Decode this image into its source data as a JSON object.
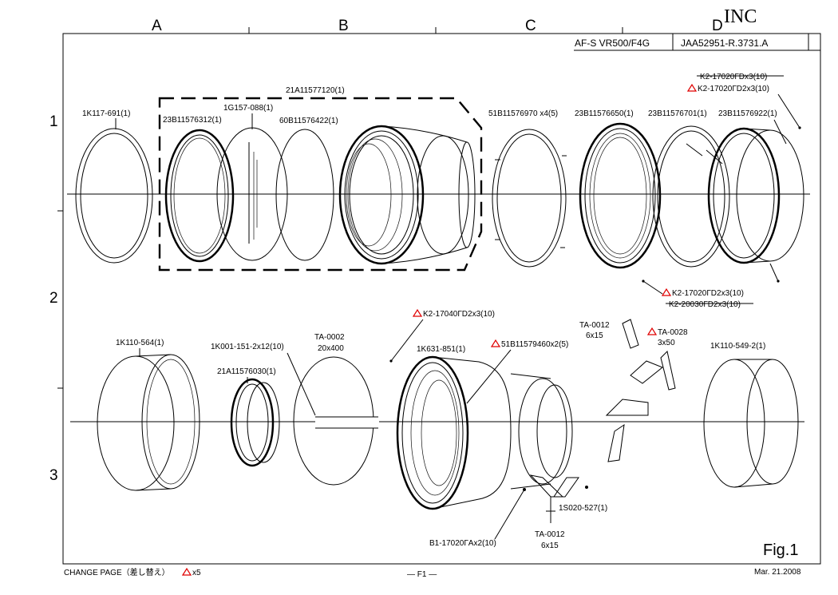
{
  "header": {
    "column_a": "A",
    "column_b": "B",
    "column_c": "C",
    "column_d": "D",
    "inc": "INC",
    "model": "AF-S VR500/F4G",
    "doc_id": "JAA52951-R.3731.A"
  },
  "rows": {
    "r1": "1",
    "r2": "2",
    "r3": "3"
  },
  "parts": {
    "p1k117": "1K117-691(1)",
    "p23b312": "23B11576312(1)",
    "p1g157": "1G157-088(1)",
    "p21a120": "21A11577120(1)",
    "p60b422": "60B11576422(1)",
    "p51b970": "51B11576970 x4(5)",
    "p23b650": "23B11576650(1)",
    "p23b701": "23B11576701(1)",
    "p23b922": "23B11576922(1)",
    "k2_old_top": "K2-17020ГDx3(10)",
    "k2_new_top": "K2-17020ГD2x3(10)",
    "k2_new_mid": "K2-17020ГD2x3(10)",
    "k2_old_mid": "K2-20030ГD2x3(10)",
    "k2_17040": "K2-17040ГD2x3(10)",
    "p1k110_564": "1K110-564(1)",
    "p1k001": "1K001-151-2x12(10)",
    "p21a030": "21A11576030(1)",
    "ta0002_name": "TA-0002",
    "ta0002_size": "20x400",
    "p1k631": "1K631-851(1)",
    "p51b460": "51B11579460x2(5)",
    "ta0012a_name": "TA-0012",
    "ta0012a_size": "6x15",
    "ta0028_name": "TA-0028",
    "ta0028_size": "3x50",
    "p1k110_549": "1K110-549-2(1)",
    "p1s020": "1S020-527(1)",
    "ta0012b_name": "TA-0012",
    "ta0012b_size": "6x15",
    "b1_17020": "B1-17020ГAx2(10)"
  },
  "footer": {
    "change_page": "CHANGE PAGE（差し替え）",
    "change_count": "x5",
    "page": "— F1 —",
    "date": "Mar. 21.2008",
    "fig": "Fig.1"
  }
}
